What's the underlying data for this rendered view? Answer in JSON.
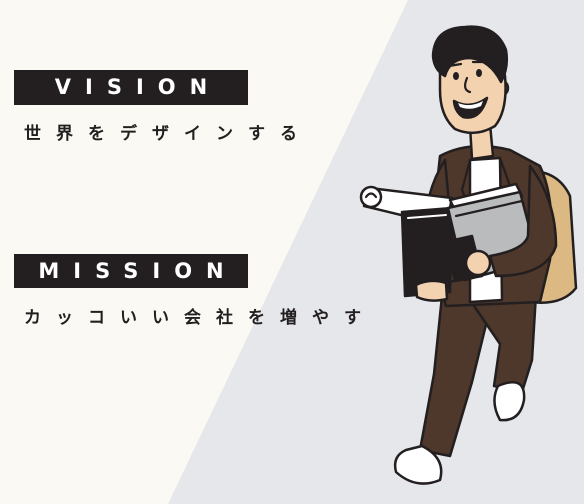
{
  "vision": {
    "label": "VISION",
    "statement": "世界をデザインする"
  },
  "mission": {
    "label": "MISSION",
    "statement": "カッコいい会社を増やす"
  },
  "illustration": {
    "subject": "walking-man-icon"
  },
  "colors": {
    "background": "#fbf9f3",
    "band": "#e6e7ea",
    "ink": "#231f20",
    "brown": "#4e372b",
    "skin": "#f3d2b0",
    "bag": "#dcb982",
    "book": "#b9bbbd"
  }
}
